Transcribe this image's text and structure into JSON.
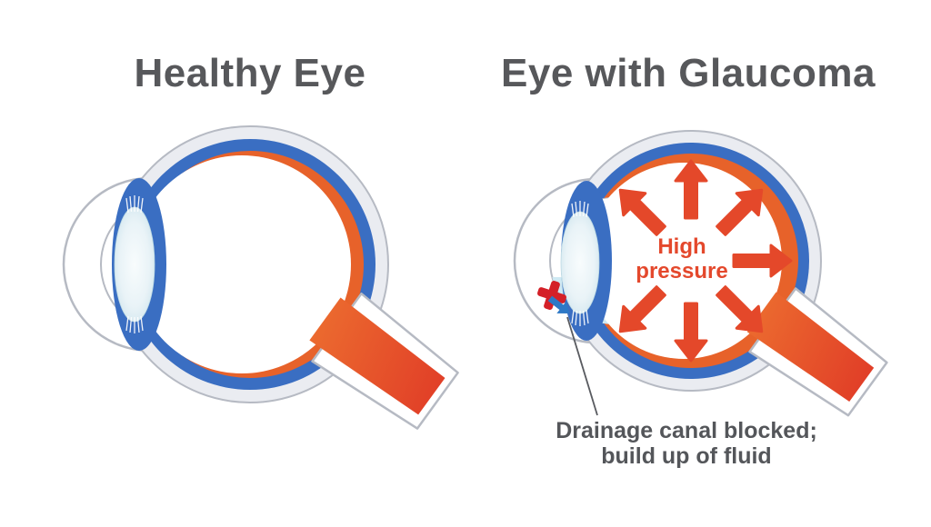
{
  "titles": {
    "healthy": "Healthy Eye",
    "glaucoma": "Eye with Glaucoma"
  },
  "glaucoma_annotations": {
    "pressure_label": "High\npressure",
    "drainage_note": "Drainage canal blocked;\nbuild up of fluid",
    "pressure_arrows": {
      "count": 7,
      "angles_deg": [
        225,
        270,
        315,
        0,
        45,
        90,
        135
      ],
      "inner_radius": 47,
      "outer_radius": 110,
      "shaft_width": 13,
      "head_width": 34,
      "head_length": 22
    },
    "blocked_marker_icon": "plus-icon",
    "fluid_flow_icon": "arrow-down-right-icon"
  },
  "colors": {
    "title_text": "#57585b",
    "outline_gray": "#b6bac3",
    "sclera": "#eaecf1",
    "choroid_blue": "#3a6ec2",
    "retina_orange": "#e7622a",
    "nerve_orange_start": "#ec6c2f",
    "nerve_red_end": "#e03b27",
    "arrow_orange_start": "#ef7f38",
    "arrow_red_end": "#e4482a",
    "pressure_text": "#e4482c",
    "fluid_blue": "#cfe9f3",
    "lens_edge": "#cde4ed",
    "lens_center": "#f8fcfd",
    "annotation_text": "#54565a",
    "leader_line": "#595b60",
    "plus_red": "#d42028",
    "drain_arrow_blue": "#2d78c6"
  }
}
